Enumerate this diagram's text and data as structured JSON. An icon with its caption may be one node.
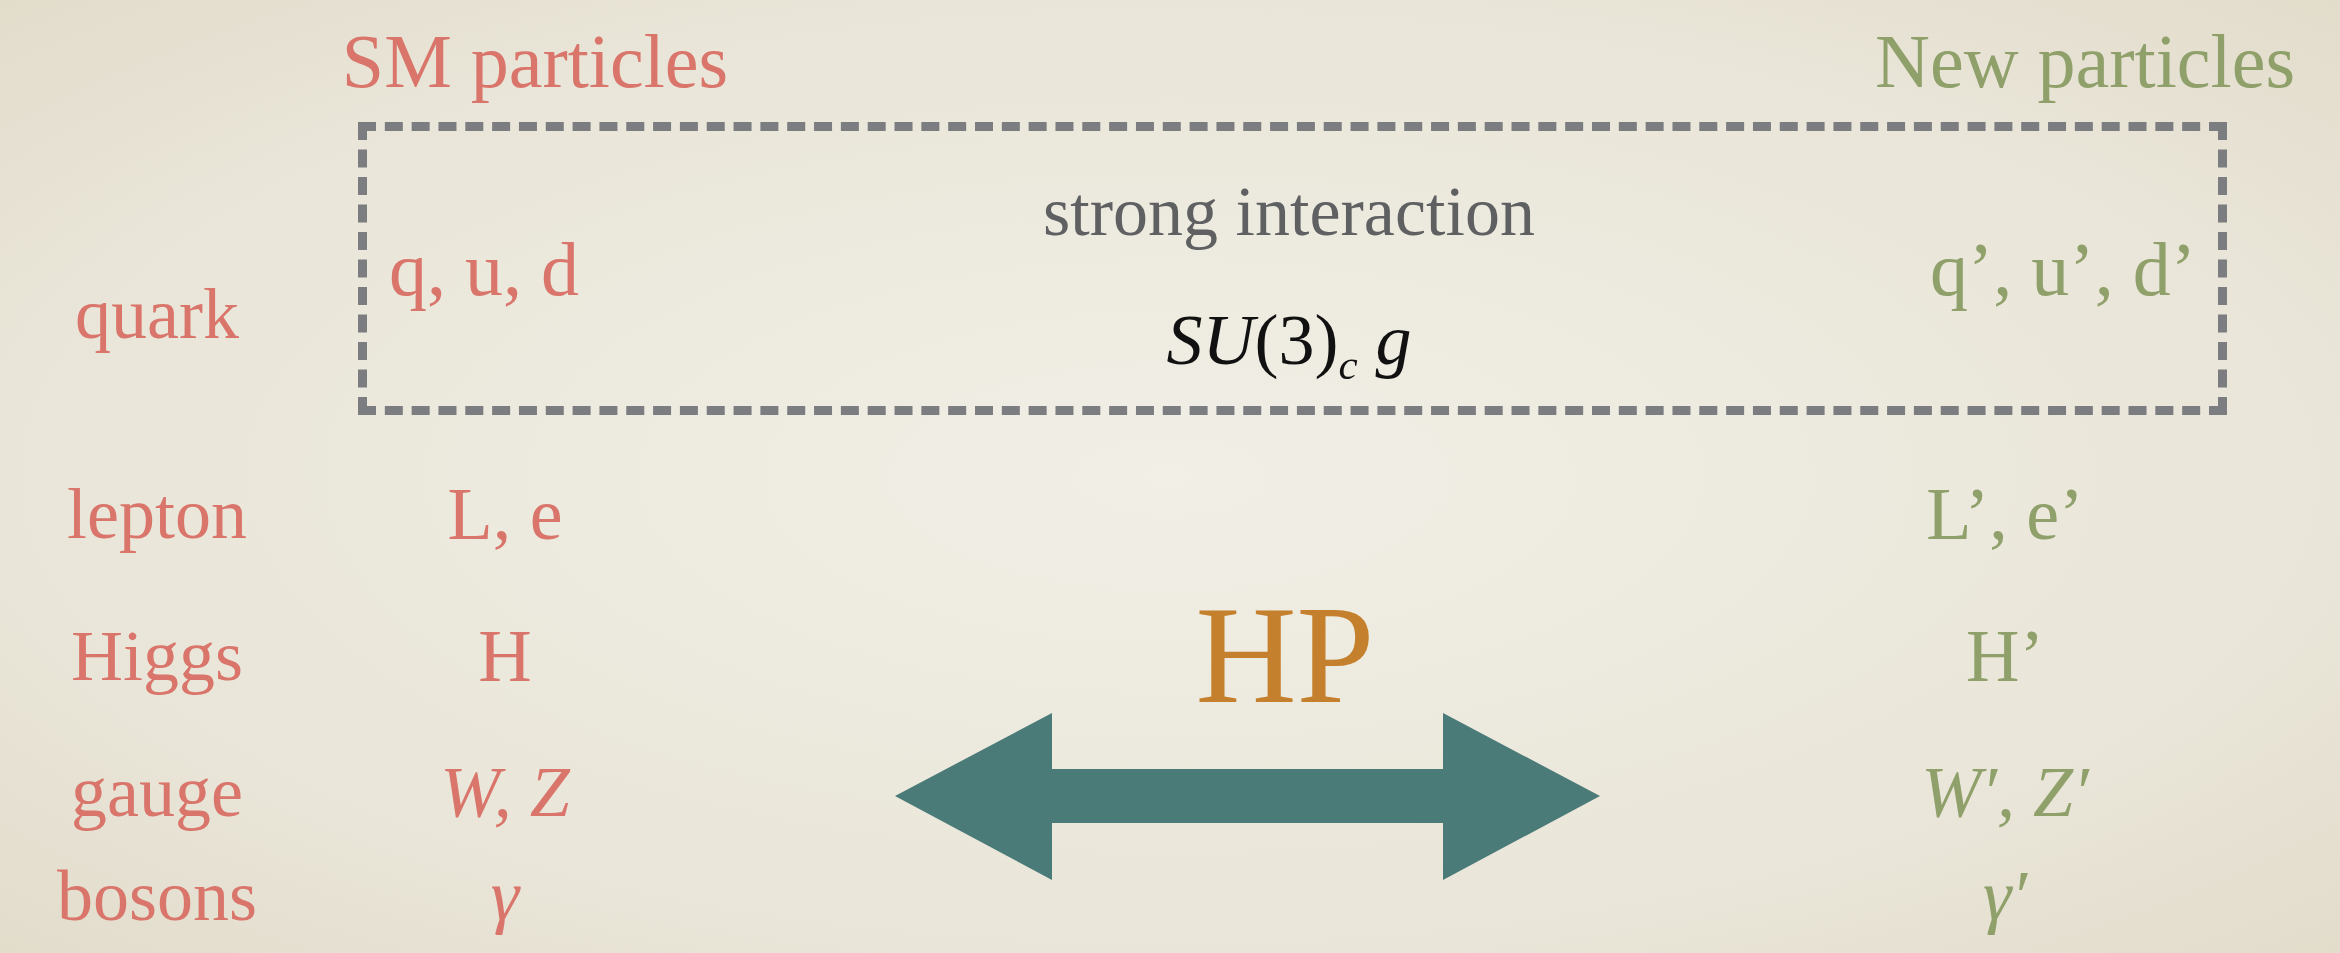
{
  "diagram": {
    "nodes": [
      {
        "text": [
          "q, u, d",
          "strong interaction",
          "*SU*(3)$_{c}$ *g*",
          "q’, u’, d’"
        ]
      }
    ],
    "edges": [],
    "labels": [
      "SM particles",
      "New particles",
      "quark",
      "lepton",
      "L, e",
      "L’, e’",
      "Higgs",
      "H",
      "HP",
      "H’",
      "gauge",
      "W, Z",
      "W′, Z′",
      "bosons",
      "γ",
      "γ′"
    ]
  }
}
